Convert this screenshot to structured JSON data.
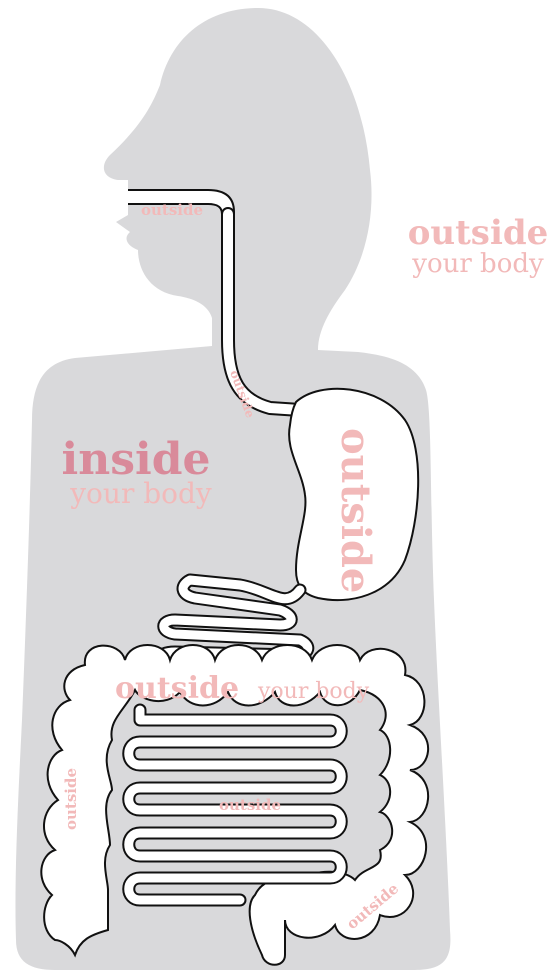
{
  "colors": {
    "background": "#ffffff",
    "body_silhouette": "#d9d9db",
    "tract_fill": "#ffffff",
    "tract_outline": "#111111",
    "label_light": "#f2b9b9",
    "label_dark": "#d98a9a",
    "label_white": "#ffffff"
  },
  "labels": {
    "mouth": "outside",
    "esophagus": "outside",
    "stomach": "outside",
    "colon_top_bold": "outside",
    "colon_top_rest": "your body",
    "small_intestine": "outside",
    "colon_left": "outside",
    "colon_right": "outside",
    "outside_word": "outside",
    "outside_rest": "your body",
    "inside_word": "inside",
    "inside_rest": "your body"
  }
}
